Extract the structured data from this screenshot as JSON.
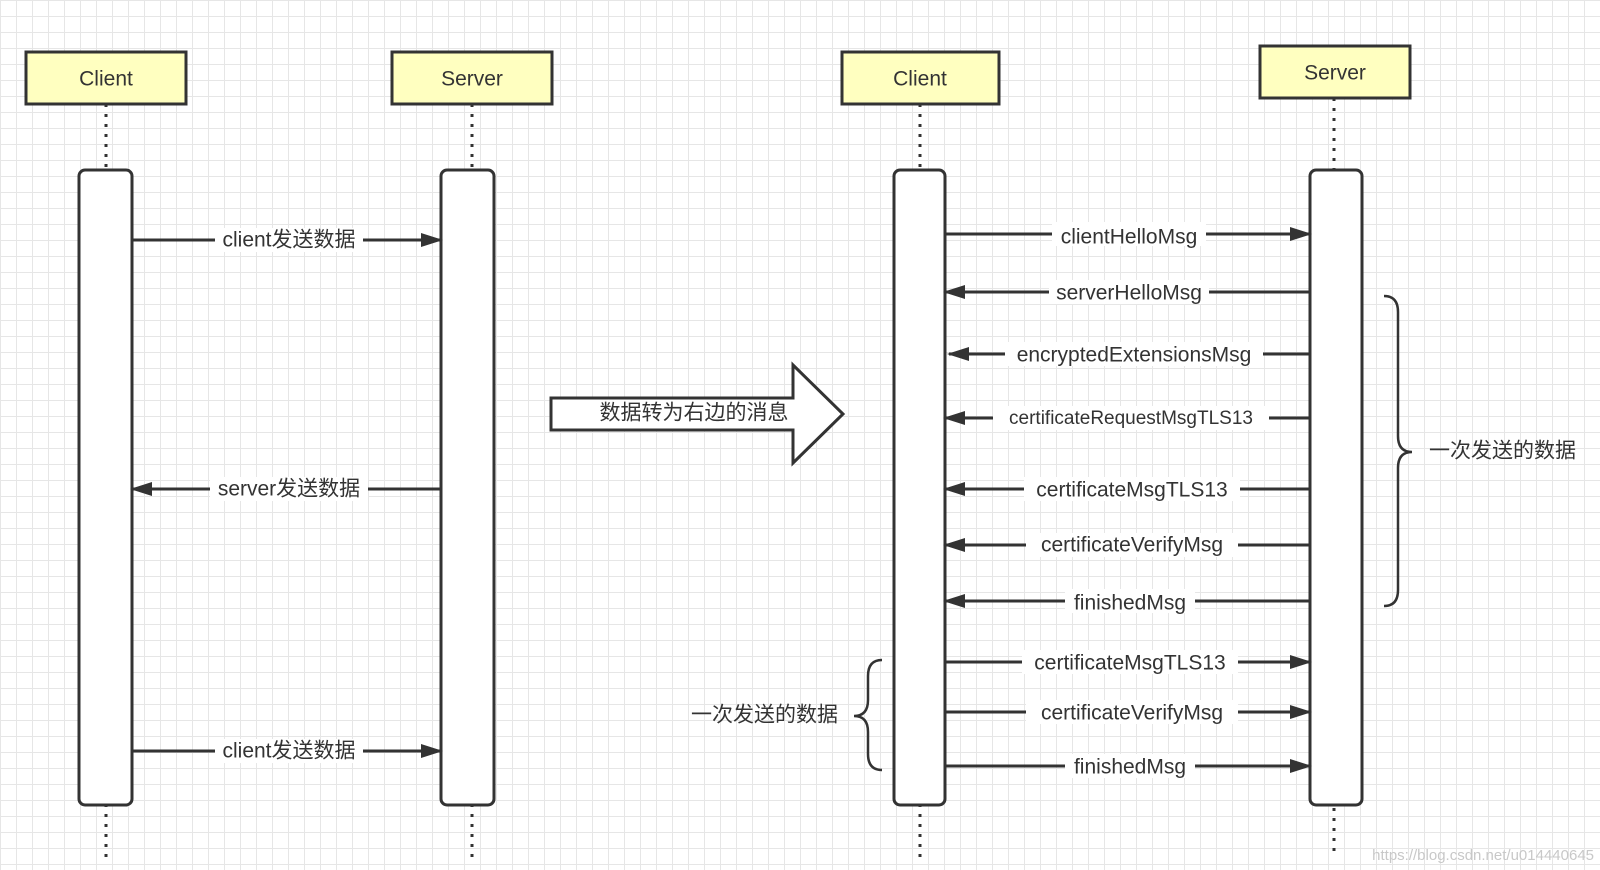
{
  "colors": {
    "actor_fill": "#ffffc0",
    "line": "#333333",
    "text": "#333333",
    "watermark": "#c8c8c8"
  },
  "left_diagram": {
    "client": "Client",
    "server": "Server",
    "messages": {
      "m1": "client发送数据",
      "m2": "server发送数据",
      "m3": "client发送数据"
    }
  },
  "transform_arrow": {
    "label": "数据转为右边的消息"
  },
  "right_diagram": {
    "client": "Client",
    "server": "Server",
    "messages": {
      "m1": "clientHelloMsg",
      "m2": "serverHelloMsg",
      "m3": "encryptedExtensionsMsg",
      "m4": "certificateRequestMsgTLS13",
      "m5": "certificateMsgTLS13",
      "m6": "certificateVerifyMsg",
      "m7": "finishedMsg",
      "m8": "certificateMsgTLS13",
      "m9": "certificateVerifyMsg",
      "m10": "finishedMsg"
    },
    "brace_server": "一次发送的数据",
    "brace_client": "一次发送的数据"
  },
  "watermark": "https://blog.csdn.net/u014440645"
}
